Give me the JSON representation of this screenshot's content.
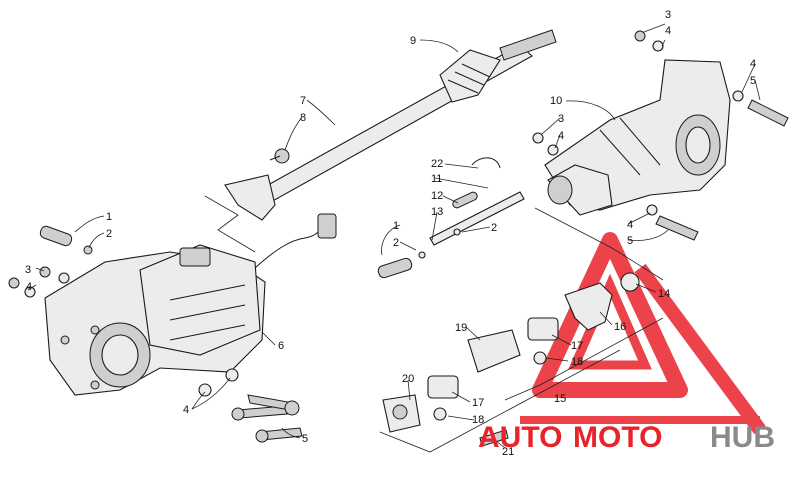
{
  "diagram": {
    "callouts": {
      "c1a": "1",
      "c2a": "2",
      "c3a": "3",
      "c4a": "4",
      "c4b": "4",
      "c5a": "5",
      "c6": "6",
      "c7": "7",
      "c8": "8",
      "c9": "9",
      "c10": "10",
      "c3b": "3",
      "c4c": "4",
      "c3c": "3",
      "c4d": "4",
      "c4e": "4",
      "c5b": "5",
      "c4f": "4",
      "c5c": "5",
      "c22": "22",
      "c11": "11",
      "c12": "12",
      "c13": "13",
      "c1b": "1",
      "c2b": "2",
      "c2c": "2",
      "c14": "14",
      "c16": "16",
      "c19": "19",
      "c17a": "17",
      "c18a": "18",
      "c20": "20",
      "c17b": "17",
      "c18b": "18",
      "c15": "15",
      "c21": "21"
    },
    "watermark": {
      "part1": "AUTO",
      "part2": "MOTO",
      "part3": "HUB",
      "colors": {
        "red": "#e8232a",
        "gray": "#8a8a8a"
      }
    }
  }
}
